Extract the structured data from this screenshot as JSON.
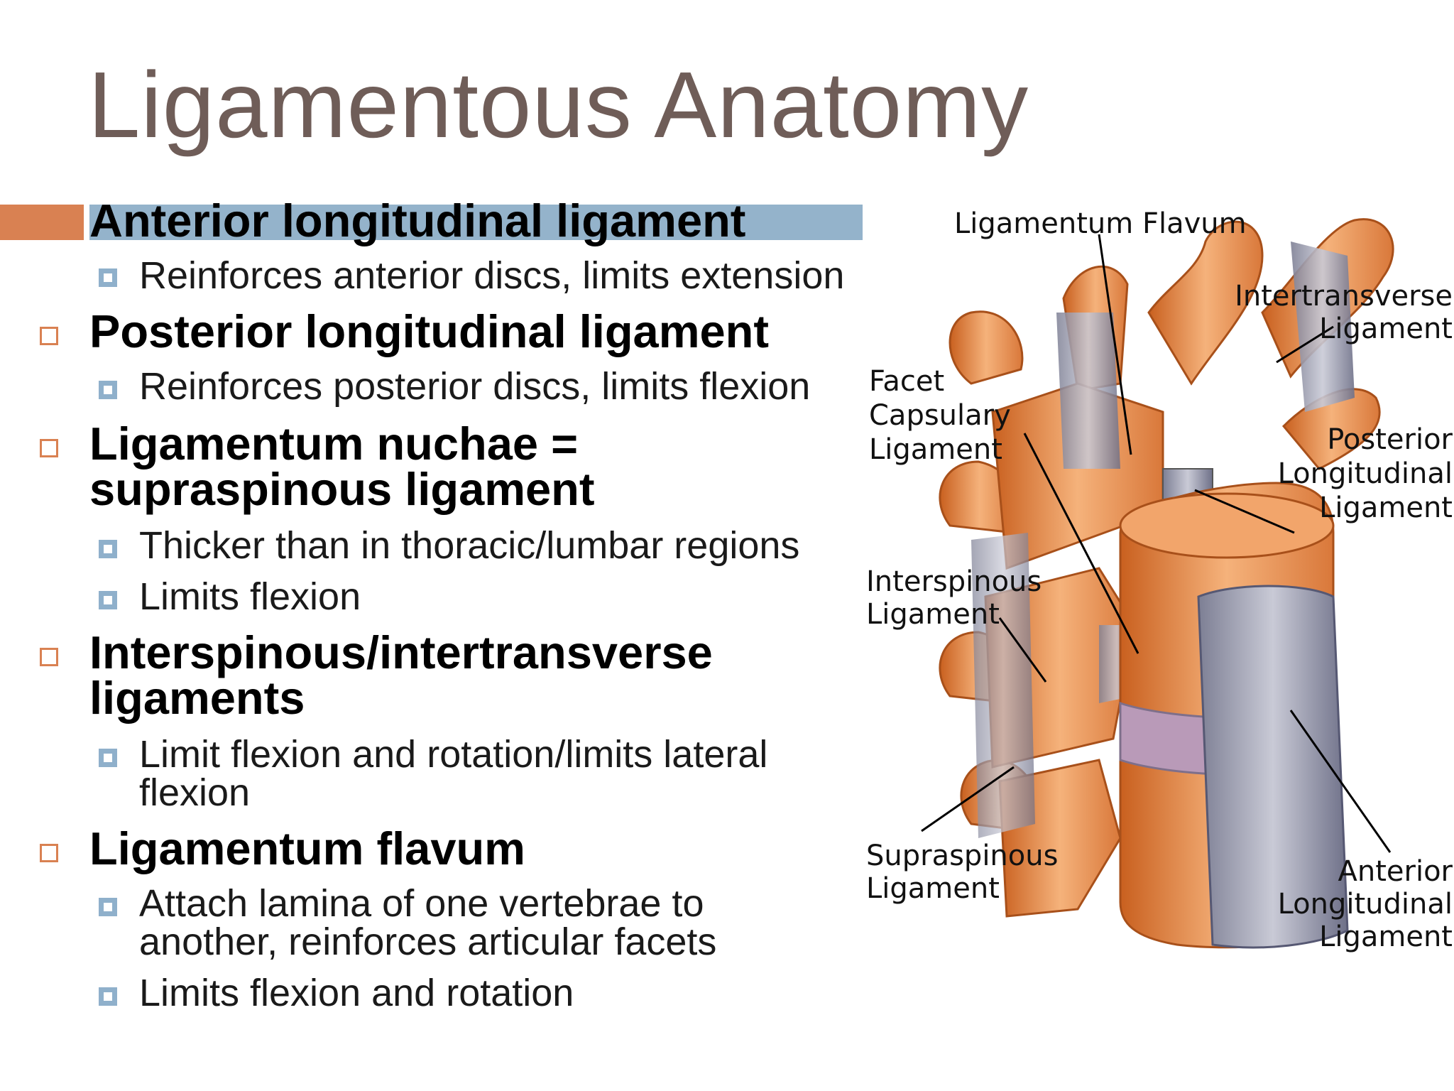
{
  "slide": {
    "title": "Ligamentous Anatomy",
    "colors": {
      "title": "#6f5d58",
      "accent": "#d98152",
      "highlight": "#94b3cb",
      "bullet_fill": "#8fb0cb"
    },
    "bullets": [
      {
        "heading": "Anterior longitudinal ligament",
        "subs": [
          "Reinforces anterior discs, limits extension"
        ]
      },
      {
        "heading": "Posterior longitudinal ligament",
        "subs": [
          "Reinforces posterior discs, limits flexion"
        ]
      },
      {
        "heading_lines": [
          "Ligamentum nuchae =",
          "supraspinous ligament"
        ],
        "subs": [
          "Thicker than in thoracic/lumbar regions",
          "Limits flexion"
        ]
      },
      {
        "heading_lines": [
          "Interspinous/intertransverse",
          "ligaments"
        ],
        "subs": [
          [
            "Limit flexion and rotation/limits lateral",
            "flexion"
          ]
        ]
      },
      {
        "heading": "Ligamentum flavum",
        "subs": [
          [
            "Attach lamina of one vertebrae to",
            "another, reinforces articular facets"
          ],
          "Limits flexion and rotation"
        ]
      }
    ]
  },
  "figure": {
    "icon": "spine-ligaments-illustration",
    "labels": {
      "ligamentum_flavum": "Ligamentum Flavum",
      "intertransverse": [
        "Intertransverse",
        "Ligament"
      ],
      "facet_capsulary": [
        "Facet",
        "Capsulary",
        "Ligament"
      ],
      "posterior_longitudinal": [
        "Posterior",
        "Longitudinal",
        "Ligament"
      ],
      "interspinous": [
        "Interspinous",
        "Ligament"
      ],
      "supraspinous": [
        "Supraspinous",
        "Ligament"
      ],
      "anterior_longitudinal": [
        "Anterior",
        "Longitudinal",
        "Ligament"
      ]
    }
  }
}
